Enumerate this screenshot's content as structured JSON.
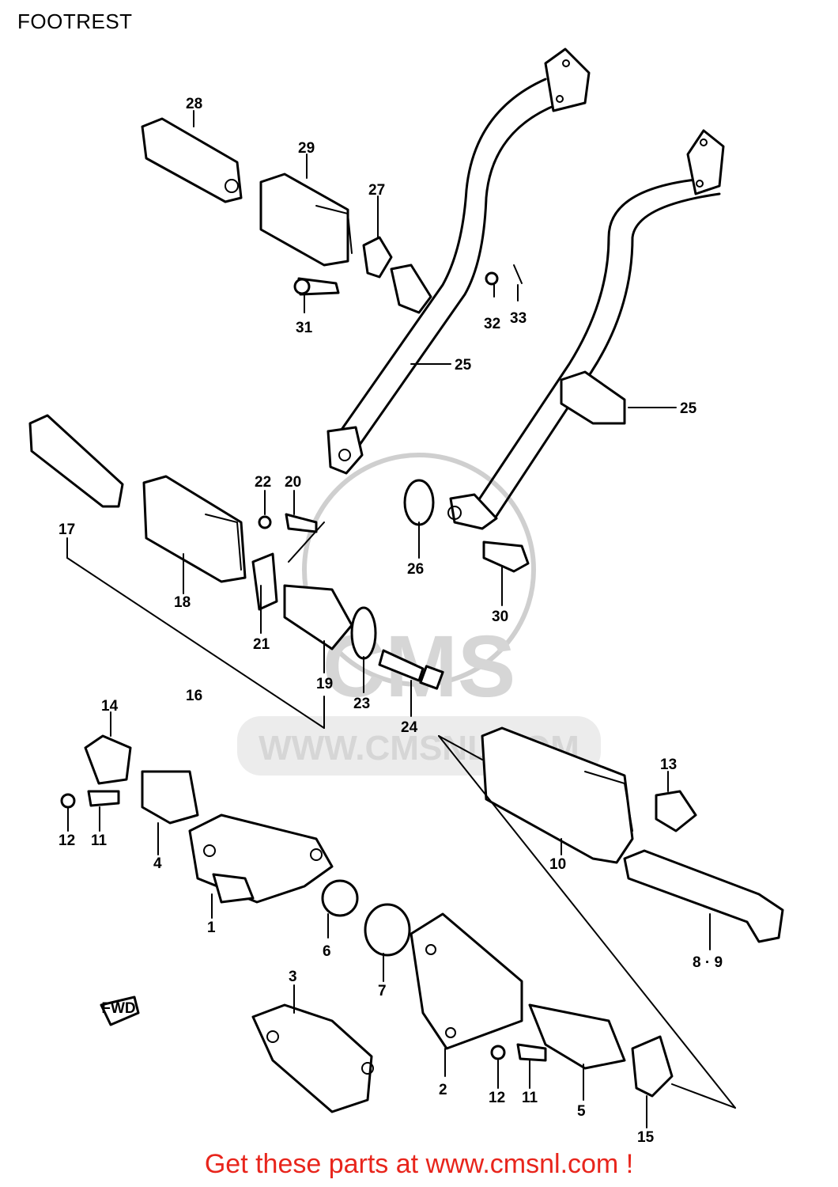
{
  "header": {
    "title": "FOOTREST"
  },
  "watermark": {
    "text": "WWW.CMSNL.COM",
    "brand": "CMS"
  },
  "fwd_arrow": {
    "label": "FWD"
  },
  "callouts": [
    "28",
    "29",
    "27",
    "31",
    "32",
    "33",
    "25",
    "25",
    "17",
    "22",
    "20",
    "26",
    "18",
    "21",
    "19",
    "16",
    "23",
    "24",
    "30",
    "14",
    "13",
    "12",
    "11",
    "4",
    "1",
    "6",
    "10",
    "8 · 9",
    "7",
    "3",
    "2",
    "12",
    "11",
    "5",
    "15"
  ],
  "footer": {
    "text": "Get these parts at www.cmsnl.com !",
    "accent_color": "#e8251c"
  }
}
